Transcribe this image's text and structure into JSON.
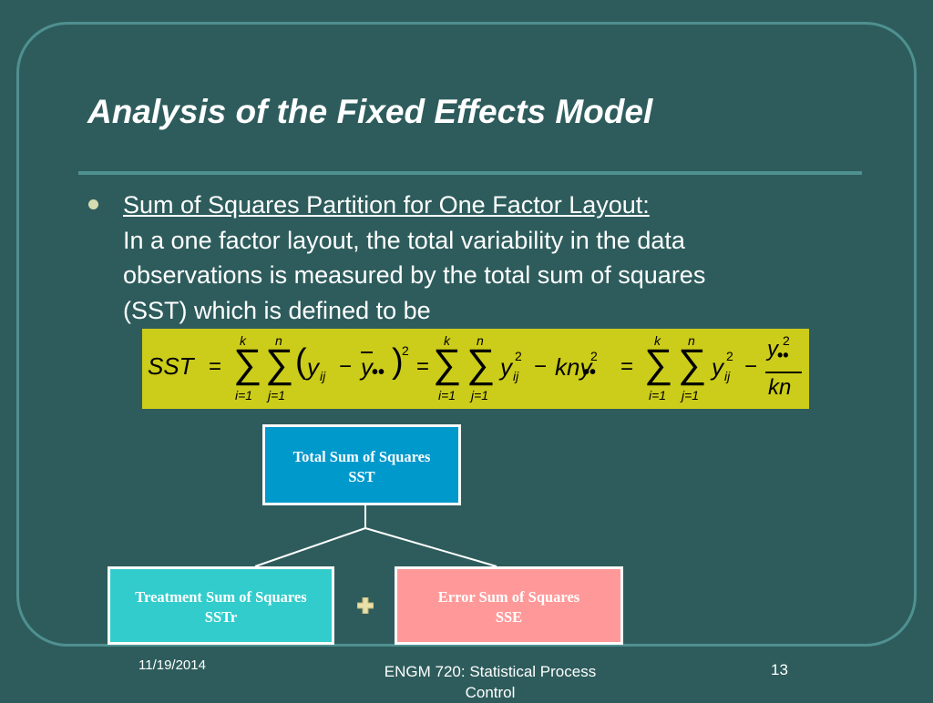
{
  "slide": {
    "title": "Analysis of the Fixed Effects Model",
    "bullet": {
      "heading": "Sum of Squares Partition for One Factor Layout:",
      "lines": [
        "In a one factor layout, the total variability in the data",
        "observations is measured by the total sum of squares",
        "(SST) which is defined to be"
      ]
    },
    "formula": {
      "sst": "SST",
      "eq": "=",
      "minus": "−",
      "sigma": "∑",
      "k": "k",
      "n": "n",
      "i_lim": "i=1",
      "j_lim": "j=1",
      "y": "y",
      "ij": "ij",
      "sq": "2",
      "lparen": "(",
      "rparen": ")",
      "ybar": "y",
      "dots": "••",
      "kny": "kny",
      "kn": "kn"
    },
    "diagram": {
      "top_box": {
        "line1": "Total Sum of Squares",
        "line2": "SST"
      },
      "left_box": {
        "line1": "Treatment Sum of Squares",
        "line2": "SSTr"
      },
      "right_box": {
        "line1": "Error Sum of Squares",
        "line2": "SSE"
      },
      "plus_icon": "plus-icon",
      "colors": {
        "top": "#0099cc",
        "left": "#33cccc",
        "right": "#ff9999",
        "plus": "#e8e0a8"
      }
    },
    "footer": {
      "date": "11/19/2014",
      "course_line1": "ENGM 720: Statistical  Process",
      "course_line2": "Control",
      "page": "13"
    },
    "colors": {
      "background": "#2e5c5c",
      "accent": "#4f9090",
      "formula_bg": "#cccc1a"
    }
  }
}
